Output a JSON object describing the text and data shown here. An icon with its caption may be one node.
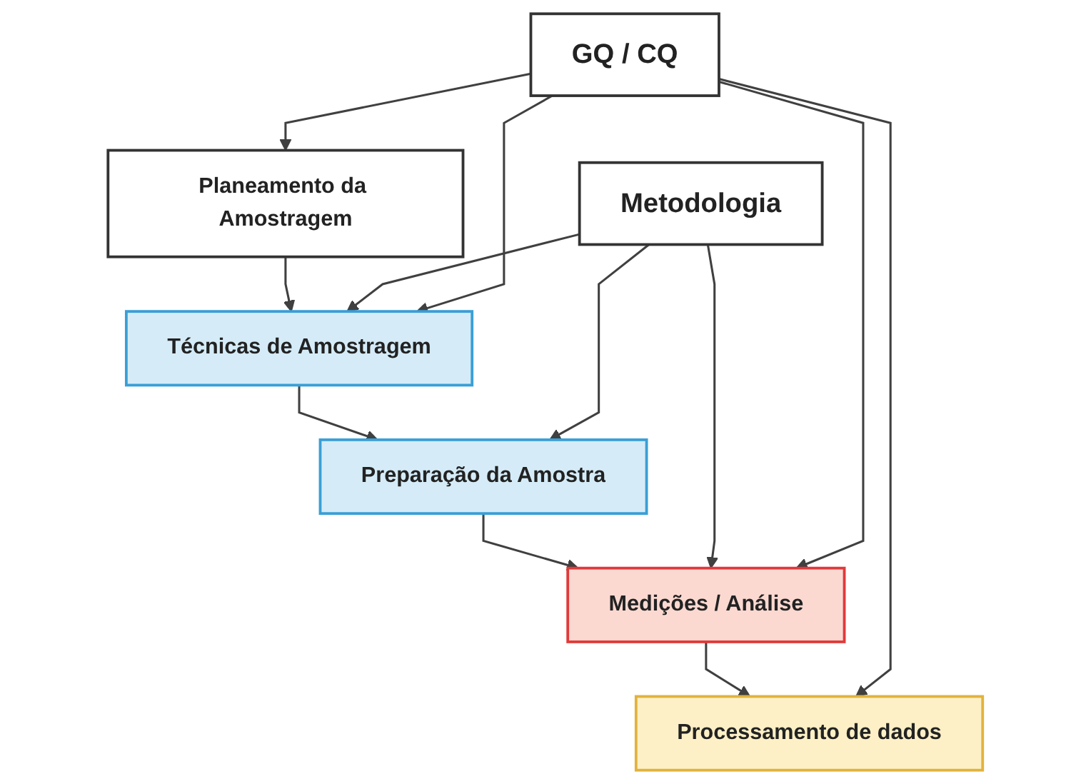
{
  "diagram": {
    "nodes": [
      {
        "text": [
          "Planeamento da Amostragem"
        ]
      },
      {
        "text": [
          "Técnicas de Amostragem"
        ]
      },
      {
        "text": [
          "Metodologia"
        ]
      },
      {
        "text": [
          "Preparação da Amostra"
        ]
      },
      {
        "text": [
          "GQ / CQ"
        ]
      },
      {
        "text": [
          "Medições / Análise"
        ]
      },
      {
        "text": [
          "Processamento de dados"
        ]
      }
    ],
    "edges": [
      {
        "from": 0,
        "to": 1,
        "arrow": "to"
      },
      {
        "from": 1,
        "to": 3,
        "arrow": "to"
      },
      {
        "from": 3,
        "to": 5,
        "arrow": "to"
      },
      {
        "from": 5,
        "to": 6,
        "arrow": "to"
      },
      {
        "from": 2,
        "to": 1,
        "arrow": "to"
      },
      {
        "from": 2,
        "to": 3,
        "arrow": "to"
      },
      {
        "from": 2,
        "to": 5,
        "arrow": "to"
      },
      {
        "from": 4,
        "to": 0,
        "arrow": "to"
      },
      {
        "from": 4,
        "to": 1,
        "arrow": "to"
      },
      {
        "from": 4,
        "to": 5,
        "arrow": "to"
      },
      {
        "from": 4,
        "to": 6,
        "arrow": "to"
      }
    ]
  }
}
